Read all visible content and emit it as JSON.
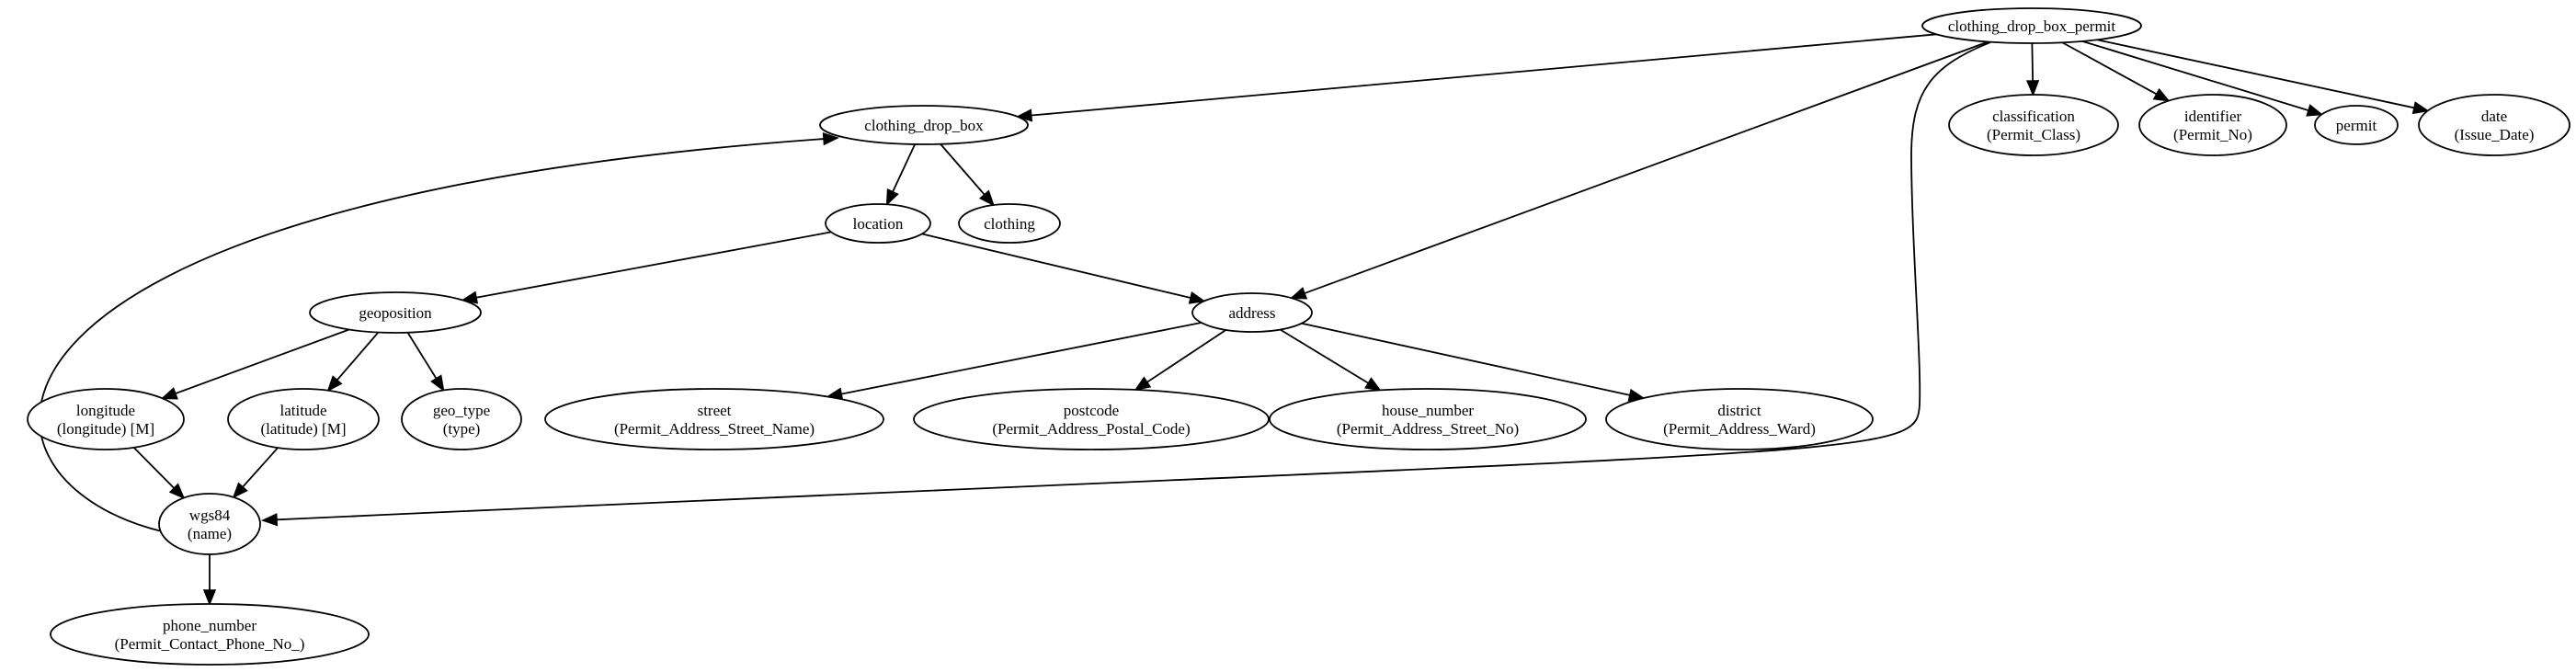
{
  "nodes": [
    {
      "id": "clothing_drop_box_permit",
      "lines": [
        "clothing_drop_box_permit"
      ]
    },
    {
      "id": "clothing_drop_box",
      "lines": [
        "clothing_drop_box"
      ]
    },
    {
      "id": "classification",
      "lines": [
        "classification",
        "(Permit_Class)"
      ]
    },
    {
      "id": "identifier",
      "lines": [
        "identifier",
        "(Permit_No)"
      ]
    },
    {
      "id": "permit",
      "lines": [
        "permit"
      ]
    },
    {
      "id": "date",
      "lines": [
        "date",
        "(Issue_Date)"
      ]
    },
    {
      "id": "location",
      "lines": [
        "location"
      ]
    },
    {
      "id": "clothing",
      "lines": [
        "clothing"
      ]
    },
    {
      "id": "geoposition",
      "lines": [
        "geoposition"
      ]
    },
    {
      "id": "address",
      "lines": [
        "address"
      ]
    },
    {
      "id": "longitude",
      "lines": [
        "longitude",
        "(longitude) [M]"
      ]
    },
    {
      "id": "latitude",
      "lines": [
        "latitude",
        "(latitude) [M]"
      ]
    },
    {
      "id": "geo_type",
      "lines": [
        "geo_type",
        "(type)"
      ]
    },
    {
      "id": "street",
      "lines": [
        "street",
        "(Permit_Address_Street_Name)"
      ]
    },
    {
      "id": "postcode",
      "lines": [
        "postcode",
        "(Permit_Address_Postal_Code)"
      ]
    },
    {
      "id": "house_number",
      "lines": [
        "house_number",
        "(Permit_Address_Street_No)"
      ]
    },
    {
      "id": "district",
      "lines": [
        "district",
        "(Permit_Address_Ward)"
      ]
    },
    {
      "id": "wgs84",
      "lines": [
        "wgs84",
        "(name)"
      ]
    },
    {
      "id": "phone_number",
      "lines": [
        "phone_number",
        "(Permit_Contact_Phone_No_)"
      ]
    }
  ],
  "edges": [
    {
      "from": "clothing_drop_box_permit",
      "to": "clothing_drop_box"
    },
    {
      "from": "clothing_drop_box_permit",
      "to": "address"
    },
    {
      "from": "clothing_drop_box_permit",
      "to": "wgs84"
    },
    {
      "from": "clothing_drop_box_permit",
      "to": "classification"
    },
    {
      "from": "clothing_drop_box_permit",
      "to": "identifier"
    },
    {
      "from": "clothing_drop_box_permit",
      "to": "permit"
    },
    {
      "from": "clothing_drop_box_permit",
      "to": "date"
    },
    {
      "from": "clothing_drop_box",
      "to": "location"
    },
    {
      "from": "clothing_drop_box",
      "to": "clothing"
    },
    {
      "from": "location",
      "to": "geoposition"
    },
    {
      "from": "location",
      "to": "address"
    },
    {
      "from": "geoposition",
      "to": "longitude"
    },
    {
      "from": "geoposition",
      "to": "latitude"
    },
    {
      "from": "geoposition",
      "to": "geo_type"
    },
    {
      "from": "address",
      "to": "street"
    },
    {
      "from": "address",
      "to": "postcode"
    },
    {
      "from": "address",
      "to": "house_number"
    },
    {
      "from": "address",
      "to": "district"
    },
    {
      "from": "longitude",
      "to": "wgs84"
    },
    {
      "from": "latitude",
      "to": "wgs84"
    },
    {
      "from": "wgs84",
      "to": "clothing_drop_box"
    },
    {
      "from": "wgs84",
      "to": "phone_number"
    }
  ]
}
